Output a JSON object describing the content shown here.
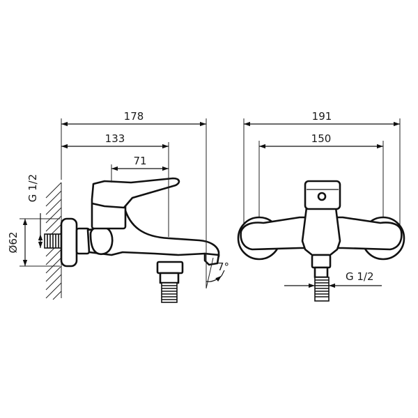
{
  "side_view": {
    "overall_length": "178",
    "to_spout": "133",
    "to_lever": "71",
    "thread_size": "G 1/2",
    "escutcheon_diameter": "Ø62",
    "spout_tilt": "7°"
  },
  "front_view": {
    "overall_width": "191",
    "center_distance": "150",
    "thread_size": "G 1/2"
  }
}
